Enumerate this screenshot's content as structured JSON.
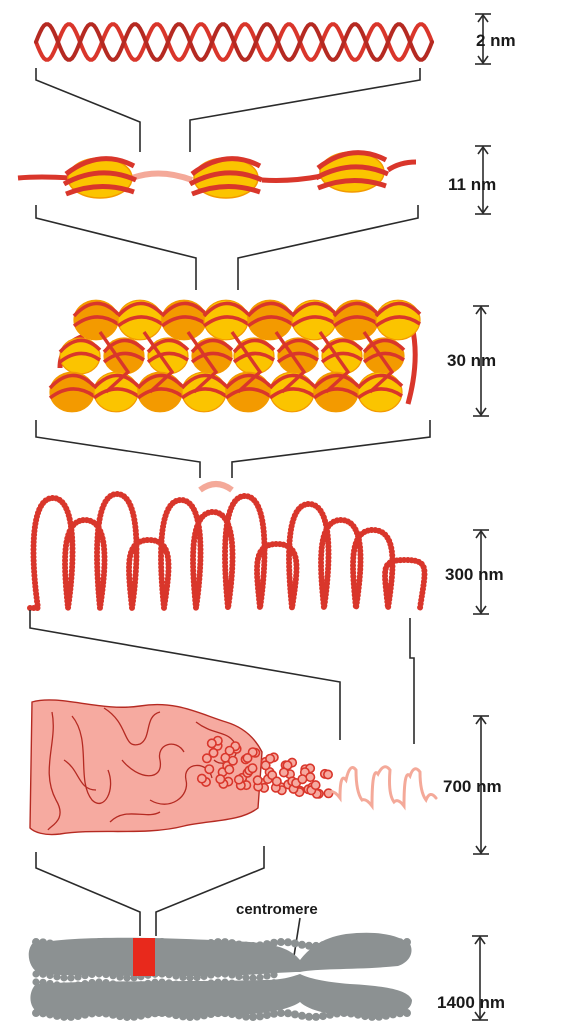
{
  "scale_labels": [
    "2 nm",
    "11 nm",
    "30 nm",
    "300 nm",
    "700 nm",
    "1400 nm"
  ],
  "annotation": "centromere",
  "colors": {
    "dna_red": "#d9362b",
    "dark_red": "#b52a22",
    "nucleosome_yellow": "#fbc400",
    "nucleosome_orange": "#f39a00",
    "linker_pink": "#f4a999",
    "loop_fill_pink": "#f6aaa0",
    "chromosome_gray": "#8c9192",
    "centromere_band_red": "#e8291c",
    "line_dark": "#2b2b2b"
  }
}
